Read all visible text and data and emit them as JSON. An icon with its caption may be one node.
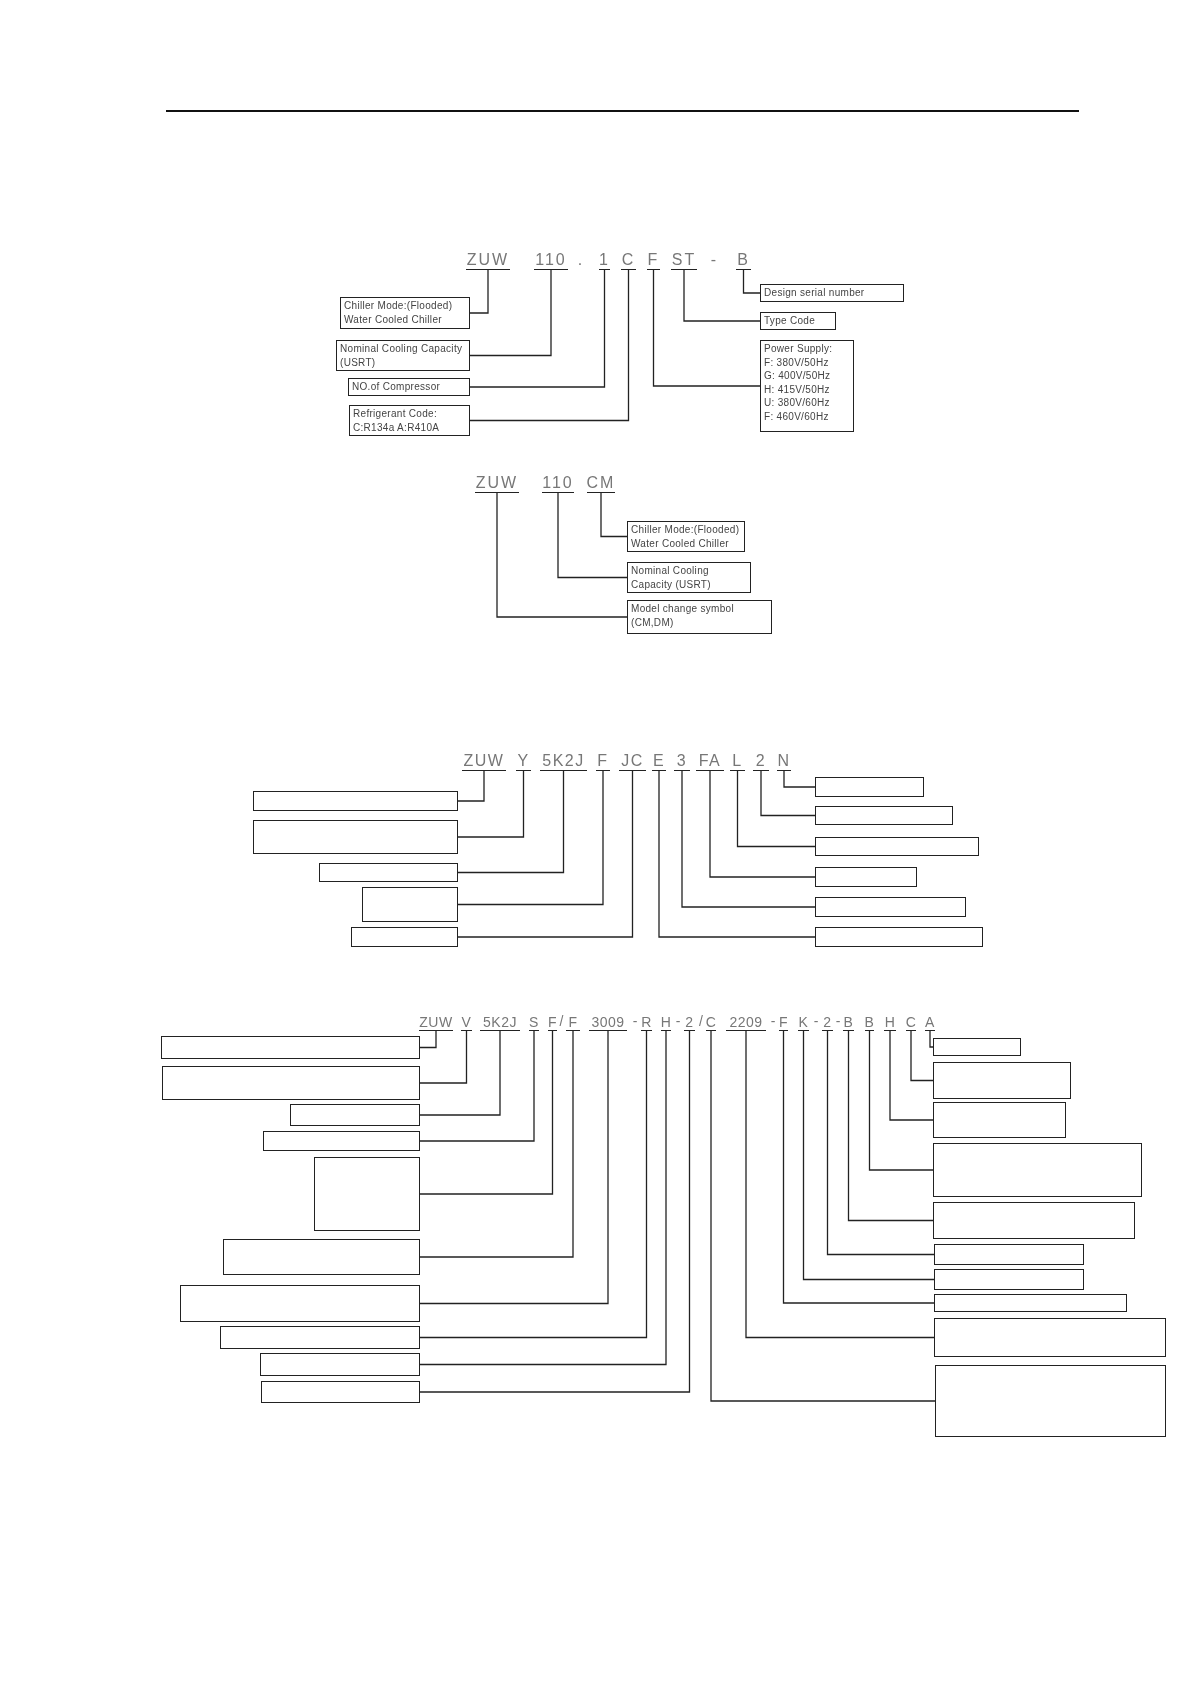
{
  "diagram": {
    "nodes": [
      {
        "text": [
          "ZUW"
        ]
      },
      {
        "text": [
          "110"
        ]
      },
      {
        "text": [
          "1"
        ]
      },
      {
        "text": [
          "C"
        ]
      },
      {
        "text": [
          "F"
        ]
      },
      {
        "text": [
          "ST"
        ]
      },
      {
        "text": [
          "B"
        ]
      },
      {
        "text": [
          "Chiller Mode:(Flooded) Water Cooled Chiller"
        ]
      },
      {
        "text": [
          "Nominal Cooling Capacity (USRT)"
        ]
      },
      {
        "text": [
          "NO.of Compressor"
        ]
      },
      {
        "text": [
          "Refrigerant Code:",
          "C:R134a A:R410A"
        ]
      },
      {
        "text": [
          "Design serial number"
        ]
      },
      {
        "text": [
          "Type Code"
        ]
      },
      {
        "text": [
          "Power Supply:",
          "F: 380V/50Hz",
          "G: 400V/50Hz",
          "H: 415V/50Hz",
          "U: 380V/60Hz",
          "F: 460V/60Hz"
        ]
      },
      {
        "text": [
          "ZUW"
        ]
      },
      {
        "text": [
          "110"
        ]
      },
      {
        "text": [
          "CM"
        ]
      },
      {
        "text": [
          "Chiller Mode:(Flooded) Water Cooled Chiller"
        ]
      },
      {
        "text": [
          "Nominal Cooling Capacity (USRT)"
        ]
      },
      {
        "text": [
          "Model change symbol (CM,DM)"
        ]
      },
      {
        "text": [
          "ZUW"
        ]
      },
      {
        "text": [
          "Y"
        ]
      },
      {
        "text": [
          "5K2J"
        ]
      },
      {
        "text": [
          "F"
        ]
      },
      {
        "text": [
          "JC"
        ]
      },
      {
        "text": [
          "E"
        ]
      },
      {
        "text": [
          "3"
        ]
      },
      {
        "text": [
          "FA"
        ]
      },
      {
        "text": [
          "L"
        ]
      },
      {
        "text": [
          "2"
        ]
      },
      {
        "text": [
          "N"
        ]
      },
      {
        "text": [],
        "shape": "box"
      },
      {
        "text": [],
        "shape": "box"
      },
      {
        "text": [],
        "shape": "box"
      },
      {
        "text": [],
        "shape": "box"
      },
      {
        "text": [],
        "shape": "box"
      },
      {
        "text": [],
        "shape": "box"
      },
      {
        "text": [],
        "shape": "box"
      },
      {
        "text": [],
        "shape": "box"
      },
      {
        "text": [],
        "shape": "box"
      },
      {
        "text": [],
        "shape": "box"
      },
      {
        "text": [],
        "shape": "box"
      },
      {
        "text": [
          "ZUW"
        ]
      },
      {
        "text": [
          "V"
        ]
      },
      {
        "text": [
          "5K2J"
        ]
      },
      {
        "text": [
          "S"
        ]
      },
      {
        "text": [
          "F"
        ]
      },
      {
        "text": [
          "F"
        ]
      },
      {
        "text": [
          "3009"
        ]
      },
      {
        "text": [
          "R"
        ]
      },
      {
        "text": [
          "H"
        ]
      },
      {
        "text": [
          "2"
        ]
      },
      {
        "text": [
          "C"
        ]
      },
      {
        "text": [
          "2209"
        ]
      },
      {
        "text": [
          "F"
        ]
      },
      {
        "text": [
          "K"
        ]
      },
      {
        "text": [
          "2"
        ]
      },
      {
        "text": [
          "B"
        ]
      },
      {
        "text": [
          "B"
        ]
      },
      {
        "text": [
          "H"
        ]
      },
      {
        "text": [
          "C"
        ]
      },
      {
        "text": [
          "A"
        ]
      },
      {
        "text": [],
        "shape": "box"
      },
      {
        "text": [],
        "shape": "box"
      },
      {
        "text": [],
        "shape": "box"
      },
      {
        "text": [],
        "shape": "box"
      },
      {
        "text": [],
        "shape": "box"
      },
      {
        "text": [],
        "shape": "box"
      },
      {
        "text": [],
        "shape": "box"
      },
      {
        "text": [],
        "shape": "box"
      },
      {
        "text": [],
        "shape": "box"
      },
      {
        "text": [],
        "shape": "box"
      },
      {
        "text": [],
        "shape": "box"
      },
      {
        "text": [],
        "shape": "box"
      },
      {
        "text": [],
        "shape": "box"
      },
      {
        "text": [],
        "shape": "box"
      },
      {
        "text": [],
        "shape": "box"
      },
      {
        "text": [],
        "shape": "box"
      },
      {
        "text": [],
        "shape": "box"
      },
      {
        "text": [],
        "shape": "box"
      },
      {
        "text": [],
        "shape": "box"
      },
      {
        "text": [],
        "shape": "box"
      }
    ],
    "edges": [
      {
        "from": 0,
        "to": 7,
        "arrow": "none"
      },
      {
        "from": 1,
        "to": 8,
        "arrow": "none"
      },
      {
        "from": 2,
        "to": 9,
        "arrow": "none"
      },
      {
        "from": 3,
        "to": 10,
        "arrow": "none"
      },
      {
        "from": 4,
        "to": 13,
        "arrow": "none"
      },
      {
        "from": 5,
        "to": 12,
        "arrow": "none"
      },
      {
        "from": 6,
        "to": 11,
        "arrow": "none"
      },
      {
        "from": 16,
        "to": 17,
        "arrow": "none"
      },
      {
        "from": 15,
        "to": 18,
        "arrow": "none"
      },
      {
        "from": 14,
        "to": 19,
        "arrow": "none"
      },
      {
        "from": 20,
        "to": 31,
        "arrow": "none"
      },
      {
        "from": 21,
        "to": 32,
        "arrow": "none"
      },
      {
        "from": 22,
        "to": 33,
        "arrow": "none"
      },
      {
        "from": 23,
        "to": 34,
        "arrow": "none"
      },
      {
        "from": 24,
        "to": 35,
        "arrow": "none"
      },
      {
        "from": 25,
        "to": 41,
        "arrow": "none"
      },
      {
        "from": 26,
        "to": 40,
        "arrow": "none"
      },
      {
        "from": 27,
        "to": 39,
        "arrow": "none"
      },
      {
        "from": 28,
        "to": 38,
        "arrow": "none"
      },
      {
        "from": 29,
        "to": 37,
        "arrow": "none"
      },
      {
        "from": 30,
        "to": 36,
        "arrow": "none"
      },
      {
        "from": 42,
        "to": 62,
        "arrow": "none"
      },
      {
        "from": 43,
        "to": 63,
        "arrow": "none"
      },
      {
        "from": 44,
        "to": 64,
        "arrow": "none"
      },
      {
        "from": 45,
        "to": 65,
        "arrow": "none"
      },
      {
        "from": 46,
        "to": 66,
        "arrow": "none"
      },
      {
        "from": 47,
        "to": 67,
        "arrow": "none"
      },
      {
        "from": 48,
        "to": 68,
        "arrow": "none"
      },
      {
        "from": 49,
        "to": 69,
        "arrow": "none"
      },
      {
        "from": 50,
        "to": 70,
        "arrow": "none"
      },
      {
        "from": 51,
        "to": 71,
        "arrow": "none"
      },
      {
        "from": 61,
        "to": 72,
        "arrow": "none"
      },
      {
        "from": 60,
        "to": 73,
        "arrow": "none"
      },
      {
        "from": 59,
        "to": 74,
        "arrow": "none"
      },
      {
        "from": 58,
        "to": 75,
        "arrow": "none"
      },
      {
        "from": 57,
        "to": 76,
        "arrow": "none"
      },
      {
        "from": 56,
        "to": 77,
        "arrow": "none"
      },
      {
        "from": 55,
        "to": 78,
        "arrow": "none"
      },
      {
        "from": 54,
        "to": 79,
        "arrow": "none"
      },
      {
        "from": 53,
        "to": 80,
        "arrow": "none"
      },
      {
        "from": 52,
        "to": 81,
        "arrow": "none"
      }
    ],
    "labels": [
      ".",
      "-",
      "/",
      "-",
      "-",
      "/",
      "-",
      "-",
      "-"
    ]
  }
}
